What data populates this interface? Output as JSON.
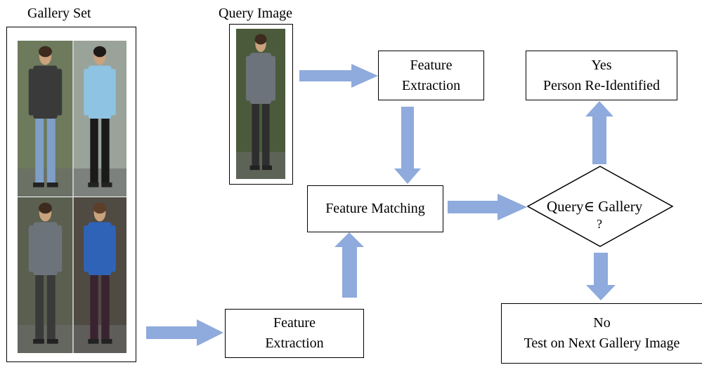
{
  "titles": {
    "gallery_set": "Gallery Set",
    "query_image": "Query Image"
  },
  "boxes": {
    "feature_extraction_top": [
      "Feature",
      "Extraction"
    ],
    "feature_extraction_bottom": [
      "Feature",
      "Extraction"
    ],
    "feature_matching": "Feature Matching",
    "result_yes": [
      "Yes",
      "Person Re-Identified"
    ],
    "result_no": [
      "No",
      "Test on Next Gallery Image"
    ],
    "decision": [
      "Query∈ Gallery",
      "?"
    ]
  },
  "colors": {
    "arrow": "#8faadc",
    "tile_background": "#5a6b4d"
  },
  "gallery_thumbnails": [
    {
      "shirt": "#3a3a3a",
      "pants": "#7f9fc8",
      "hair": "#3d2b1f",
      "bg": "#6d7a5c"
    },
    {
      "shirt": "#8ec3e3",
      "pants": "#1a1a1a",
      "hair": "#1e1a18",
      "bg": "#9aa39a"
    },
    {
      "shirt": "#6d737a",
      "pants": "#3a3a3a",
      "hair": "#3d2b1f",
      "bg": "#5a5f50"
    },
    {
      "shirt": "#2f63b8",
      "pants": "#3a2330",
      "hair": "#5c3e2a",
      "bg": "#4f4a42"
    }
  ],
  "query_thumbnail": {
    "shirt": "#6d737a",
    "pants": "#2e2e2e",
    "hair": "#3d2b1f",
    "bg": "#4a5a3a"
  }
}
